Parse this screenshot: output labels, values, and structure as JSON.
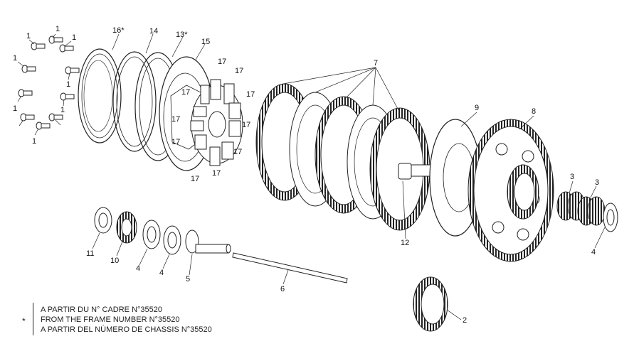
{
  "callouts": {
    "c1a": "1",
    "c1b": "1",
    "c1c": "1",
    "c1d": "1",
    "c1e": "1",
    "c1f": "1",
    "c1g": "1",
    "c1h": "1",
    "c16": "16*",
    "c14": "14",
    "c13": "13*",
    "c15": "15",
    "c17a": "17",
    "c17b": "17",
    "c17c": "17",
    "c17d": "17",
    "c17e": "17",
    "c17f": "17",
    "c17g": "17",
    "c17h": "17",
    "c17i": "17",
    "c17j": "17",
    "c7": "7",
    "c9": "9",
    "c8": "8",
    "c3a": "3",
    "c3b": "3",
    "c4a": "4",
    "c12": "12",
    "c11": "11",
    "c10": "10",
    "c4b": "4",
    "c4c": "4",
    "c5": "5",
    "c6": "6",
    "c2": "2"
  },
  "footnote": {
    "marker": "*",
    "lines": [
      "A PARTIR DU N° CADRE  N°35520",
      "FROM THE FRAME NUMBER N°35520",
      "A PARTIR DEL NÚMERO DE CHASSIS N°35520"
    ]
  }
}
